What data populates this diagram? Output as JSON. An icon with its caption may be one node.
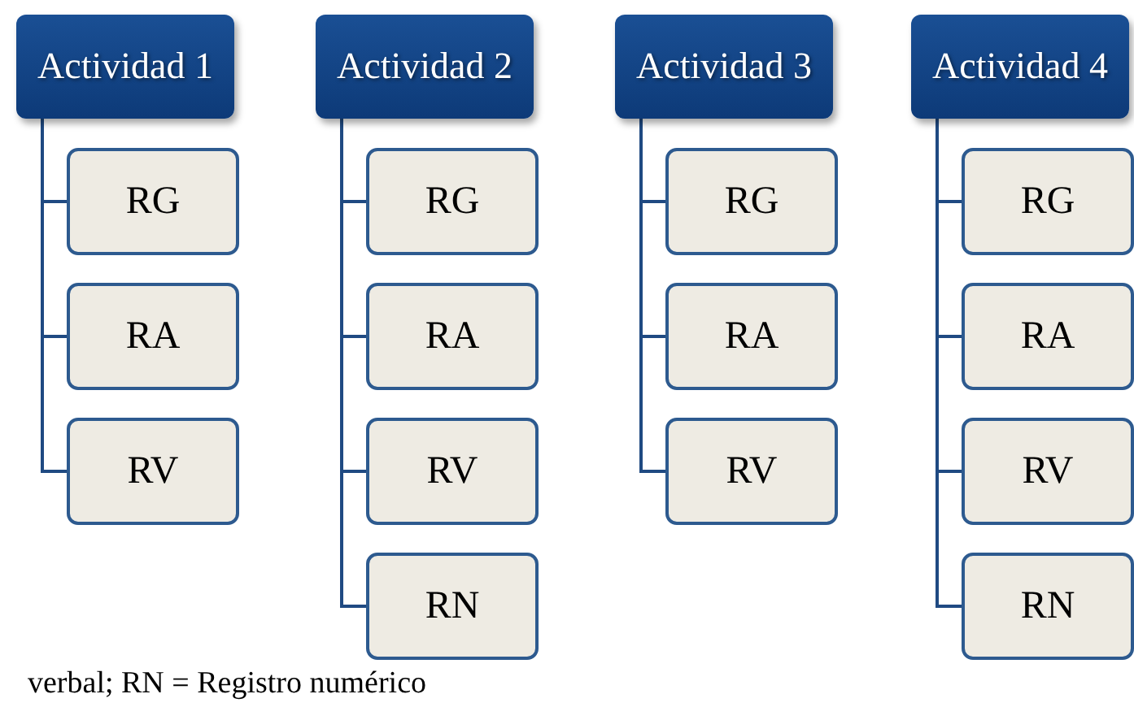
{
  "diagram": {
    "nodes": [
      {
        "text": [
          "Actividad 1"
        ]
      },
      {
        "text": [
          "RG"
        ]
      },
      {
        "text": [
          "RA"
        ]
      },
      {
        "text": [
          "RV"
        ]
      },
      {
        "text": [
          "Actividad 2"
        ]
      },
      {
        "text": [
          "RG"
        ]
      },
      {
        "text": [
          "RA"
        ]
      },
      {
        "text": [
          "RV"
        ]
      },
      {
        "text": [
          "RN"
        ]
      },
      {
        "text": [
          "Actividad 3"
        ]
      },
      {
        "text": [
          "RG"
        ]
      },
      {
        "text": [
          "RA"
        ]
      },
      {
        "text": [
          "RV"
        ]
      },
      {
        "text": [
          "Actividad 4"
        ]
      },
      {
        "text": [
          "RG"
        ]
      },
      {
        "text": [
          "RA"
        ]
      },
      {
        "text": [
          "RV"
        ]
      },
      {
        "text": [
          "RN"
        ]
      }
    ],
    "edges": [
      {
        "from": 0,
        "to": 1,
        "arrow": "none"
      },
      {
        "from": 0,
        "to": 2,
        "arrow": "none"
      },
      {
        "from": 0,
        "to": 3,
        "arrow": "none"
      },
      {
        "from": 4,
        "to": 5,
        "arrow": "none"
      },
      {
        "from": 4,
        "to": 6,
        "arrow": "none"
      },
      {
        "from": 4,
        "to": 7,
        "arrow": "none"
      },
      {
        "from": 4,
        "to": 8,
        "arrow": "none"
      },
      {
        "from": 9,
        "to": 10,
        "arrow": "none"
      },
      {
        "from": 9,
        "to": 11,
        "arrow": "none"
      },
      {
        "from": 9,
        "to": 12,
        "arrow": "none"
      },
      {
        "from": 13,
        "to": 14,
        "arrow": "none"
      },
      {
        "from": 13,
        "to": 15,
        "arrow": "none"
      },
      {
        "from": 13,
        "to": 16,
        "arrow": "none"
      },
      {
        "from": 13,
        "to": 17,
        "arrow": "none"
      }
    ],
    "labels": [
      "verbal; RN = Registro numérico"
    ]
  }
}
